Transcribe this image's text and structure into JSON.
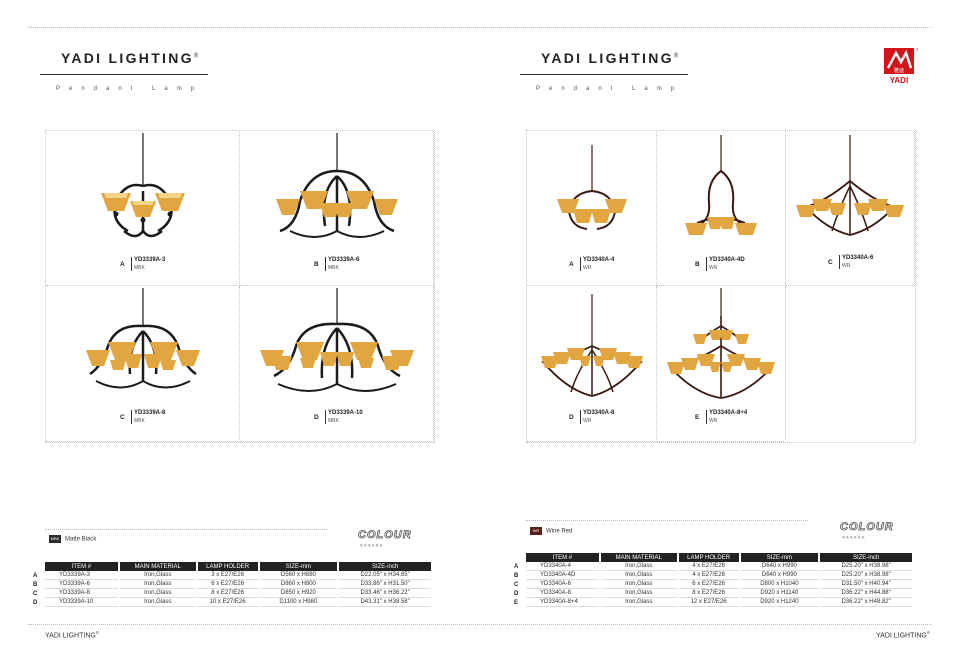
{
  "brand": "YADI LIGHTING",
  "registered": "®",
  "subtitle": "Pendant Lamp",
  "logo_text": "YADI",
  "logo_cn": "雅迪",
  "colour_label": "COLOUR",
  "colour_arrows": "<<<<<<",
  "footer": "YADI LIGHTING",
  "left": {
    "finish_name": "Matte Black",
    "finish_code": "MBK",
    "swatch_color": "#2a2a2a",
    "products": [
      {
        "letter": "A",
        "model": "YD3339A-3",
        "finish": "MBK"
      },
      {
        "letter": "B",
        "model": "YD3339A-6",
        "finish": "MBK"
      },
      {
        "letter": "C",
        "model": "YD3339A-8",
        "finish": "MBK"
      },
      {
        "letter": "D",
        "model": "YD3339A-10",
        "finish": "MBK"
      }
    ],
    "table": {
      "headers": [
        "ITEM #",
        "MAIN MATERIAL",
        "LAMP HOLDER",
        "SIZE-mm",
        "SIZE-inch"
      ],
      "rows": [
        {
          "letter": "A",
          "cells": [
            "YD3339A-3",
            "Iron,Glass",
            "3 x E27/E26",
            "D560 x H880",
            "D22.05\" x H34.65\""
          ]
        },
        {
          "letter": "B",
          "cells": [
            "YD3339A-6",
            "Iron,Glass",
            "6 x E27/E26",
            "D860 x H800",
            "D33.86\" x H31.50\""
          ]
        },
        {
          "letter": "C",
          "cells": [
            "YD3339A-8",
            "Iron,Glass",
            "8 x E27/E26",
            "D850 x H920",
            "D33.46\" x H36.22\""
          ]
        },
        {
          "letter": "D",
          "cells": [
            "YD3339A-10",
            "Iron,Glass",
            "10 x E27/E26",
            "D1100 x H980",
            "D43.31\" x H38.58\""
          ]
        }
      ]
    }
  },
  "right": {
    "finish_name": "Wine Red",
    "finish_code": "WR",
    "swatch_color": "#5a1f16",
    "products": [
      {
        "letter": "A",
        "model": "YD3340A-4",
        "finish": "WR"
      },
      {
        "letter": "B",
        "model": "YD3340A-4D",
        "finish": "WR"
      },
      {
        "letter": "C",
        "model": "YD3340A-6",
        "finish": "WR"
      },
      {
        "letter": "D",
        "model": "YD3340A-8",
        "finish": "WR"
      },
      {
        "letter": "E",
        "model": "YD3340A-8+4",
        "finish": "WR"
      }
    ],
    "table": {
      "headers": [
        "ITEM #",
        "MAIN MATERIAL",
        "LAMP HOLDER",
        "SIZE-mm",
        "SIZE-inch"
      ],
      "rows": [
        {
          "letter": "A",
          "cells": [
            "YD3340A-4",
            "Iron,Glass",
            "4 x E27/E26",
            "D640 x H990",
            "D25.20\" x H38.98\""
          ]
        },
        {
          "letter": "B",
          "cells": [
            "YD3340A-4D",
            "Iron,Glass",
            "4 x E27/E26",
            "D640 x H990",
            "D25.20\" x H38.98\""
          ]
        },
        {
          "letter": "C",
          "cells": [
            "YD3340A-6",
            "Iron,Glass",
            "6 x E27/E26",
            "D800 x H1040",
            "D31.50\" x H40.94\""
          ]
        },
        {
          "letter": "D",
          "cells": [
            "YD3340A-8",
            "Iron,Glass",
            "8 x E27/E26",
            "D920 x H1140",
            "D36.22\" x H44.88\""
          ]
        },
        {
          "letter": "E",
          "cells": [
            "YD3340A-8+4",
            "Iron,Glass",
            "12 x E27/E26",
            "D920 x H1240",
            "D36.22\" x H48.82\""
          ]
        }
      ]
    }
  },
  "colors": {
    "shade": "#e2a640",
    "shade_light": "#f3d589",
    "iron_black": "#1c1c1c",
    "iron_red": "#3b1a12",
    "accent_logo": "#d0161b"
  }
}
